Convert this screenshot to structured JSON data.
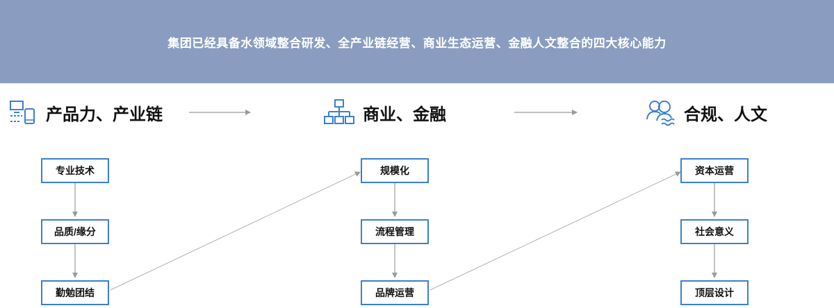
{
  "banner": {
    "text": "集团已经具备水领域整合研发、全产业链经营、商业生态运营、金融人文整合的四大核心能力"
  },
  "columns": [
    {
      "title": "产品力、产业链",
      "icon": "devices-icon",
      "nodes": [
        "专业技术",
        "品质/缘分",
        "勤勉团结"
      ]
    },
    {
      "title": "商业、金融",
      "icon": "org-chart-icon",
      "nodes": [
        "规模化",
        "流程管理",
        "品牌运营"
      ]
    },
    {
      "title": "合规、人文",
      "icon": "people-icon",
      "nodes": [
        "资本运营",
        "社会意义",
        "顶层设计"
      ]
    }
  ],
  "colors": {
    "banner_bg": "#8a9dc0",
    "accent_blue": "#3a7fd0",
    "arrow_gray": "#9a9a9a"
  }
}
